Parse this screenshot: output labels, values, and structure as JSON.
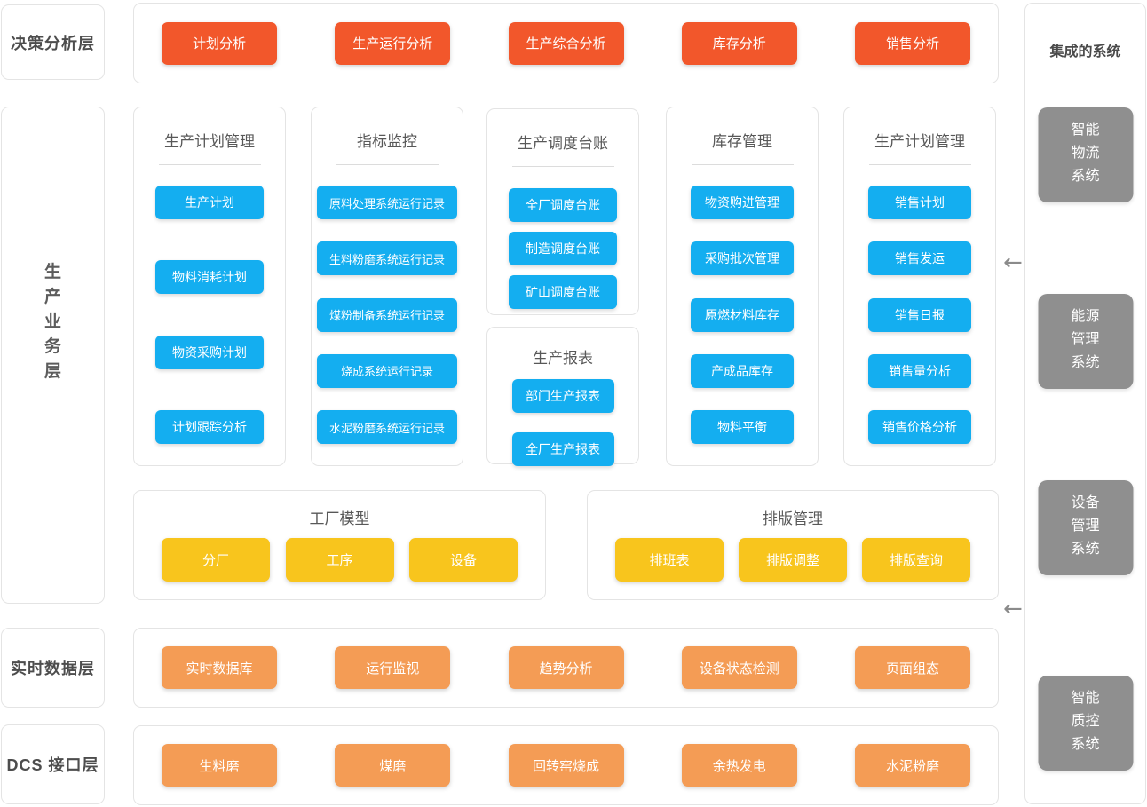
{
  "colors": {
    "red": "#F2572B",
    "orange": "#F49C55",
    "blue": "#14AEF0",
    "yellow": "#F8C51D",
    "gray_box": "#8F8F8F",
    "border": "#E4E4E4"
  },
  "layers": {
    "decision": "决策分析层",
    "business": "生产业务层",
    "business_chars": [
      "生",
      "产",
      "业",
      "务",
      "层"
    ],
    "realtime": "实时数据层",
    "dcs": "DCS 接口层"
  },
  "decision_buttons": [
    "计划分析",
    "生产运行分析",
    "生产综合分析",
    "库存分析",
    "销售分析"
  ],
  "business": {
    "col1": {
      "title": "生产计划管理",
      "buttons": [
        "生产计划",
        "物料消耗计划",
        "物资采购计划",
        "计划跟踪分析"
      ]
    },
    "col2": {
      "title": "指标监控",
      "buttons": [
        "原料处理系统运行记录",
        "生料粉磨系统运行记录",
        "煤粉制备系统运行记录",
        "烧成系统运行记录",
        "水泥粉磨系统运行记录"
      ]
    },
    "col3a": {
      "title": "生产调度台账",
      "buttons": [
        "全厂调度台账",
        "制造调度台账",
        "矿山调度台账"
      ]
    },
    "col3b": {
      "title": "生产报表",
      "buttons": [
        "部门生产报表",
        "全厂生产报表"
      ]
    },
    "col4": {
      "title": "库存管理",
      "buttons": [
        "物资购进管理",
        "采购批次管理",
        "原燃材料库存",
        "产成品库存",
        "物料平衡"
      ]
    },
    "col5": {
      "title": "生产计划管理",
      "buttons": [
        "销售计划",
        "销售发运",
        "销售日报",
        "销售量分析",
        "销售价格分析"
      ]
    }
  },
  "factory_model": {
    "title": "工厂模型",
    "buttons": [
      "分厂",
      "工序",
      "设备"
    ]
  },
  "layout_mgmt": {
    "title": "排版管理",
    "buttons": [
      "排班表",
      "排版调整",
      "排版查询"
    ]
  },
  "realtime_buttons": [
    "实时数据库",
    "运行监视",
    "趋势分析",
    "设备状态检测",
    "页面组态"
  ],
  "dcs_buttons": [
    "生料磨",
    "煤磨",
    "回转窑烧成",
    "余热发电",
    "水泥粉磨"
  ],
  "integrated": {
    "title": "集成的系统",
    "systems": [
      {
        "lines": [
          "智能",
          "物流",
          "系统"
        ]
      },
      {
        "lines": [
          "能源",
          "管理",
          "系统"
        ]
      },
      {
        "lines": [
          "设备",
          "管理",
          "系统"
        ]
      },
      {
        "lines": [
          "智能",
          "质控",
          "系统"
        ]
      }
    ]
  },
  "arrow_glyph": "←"
}
